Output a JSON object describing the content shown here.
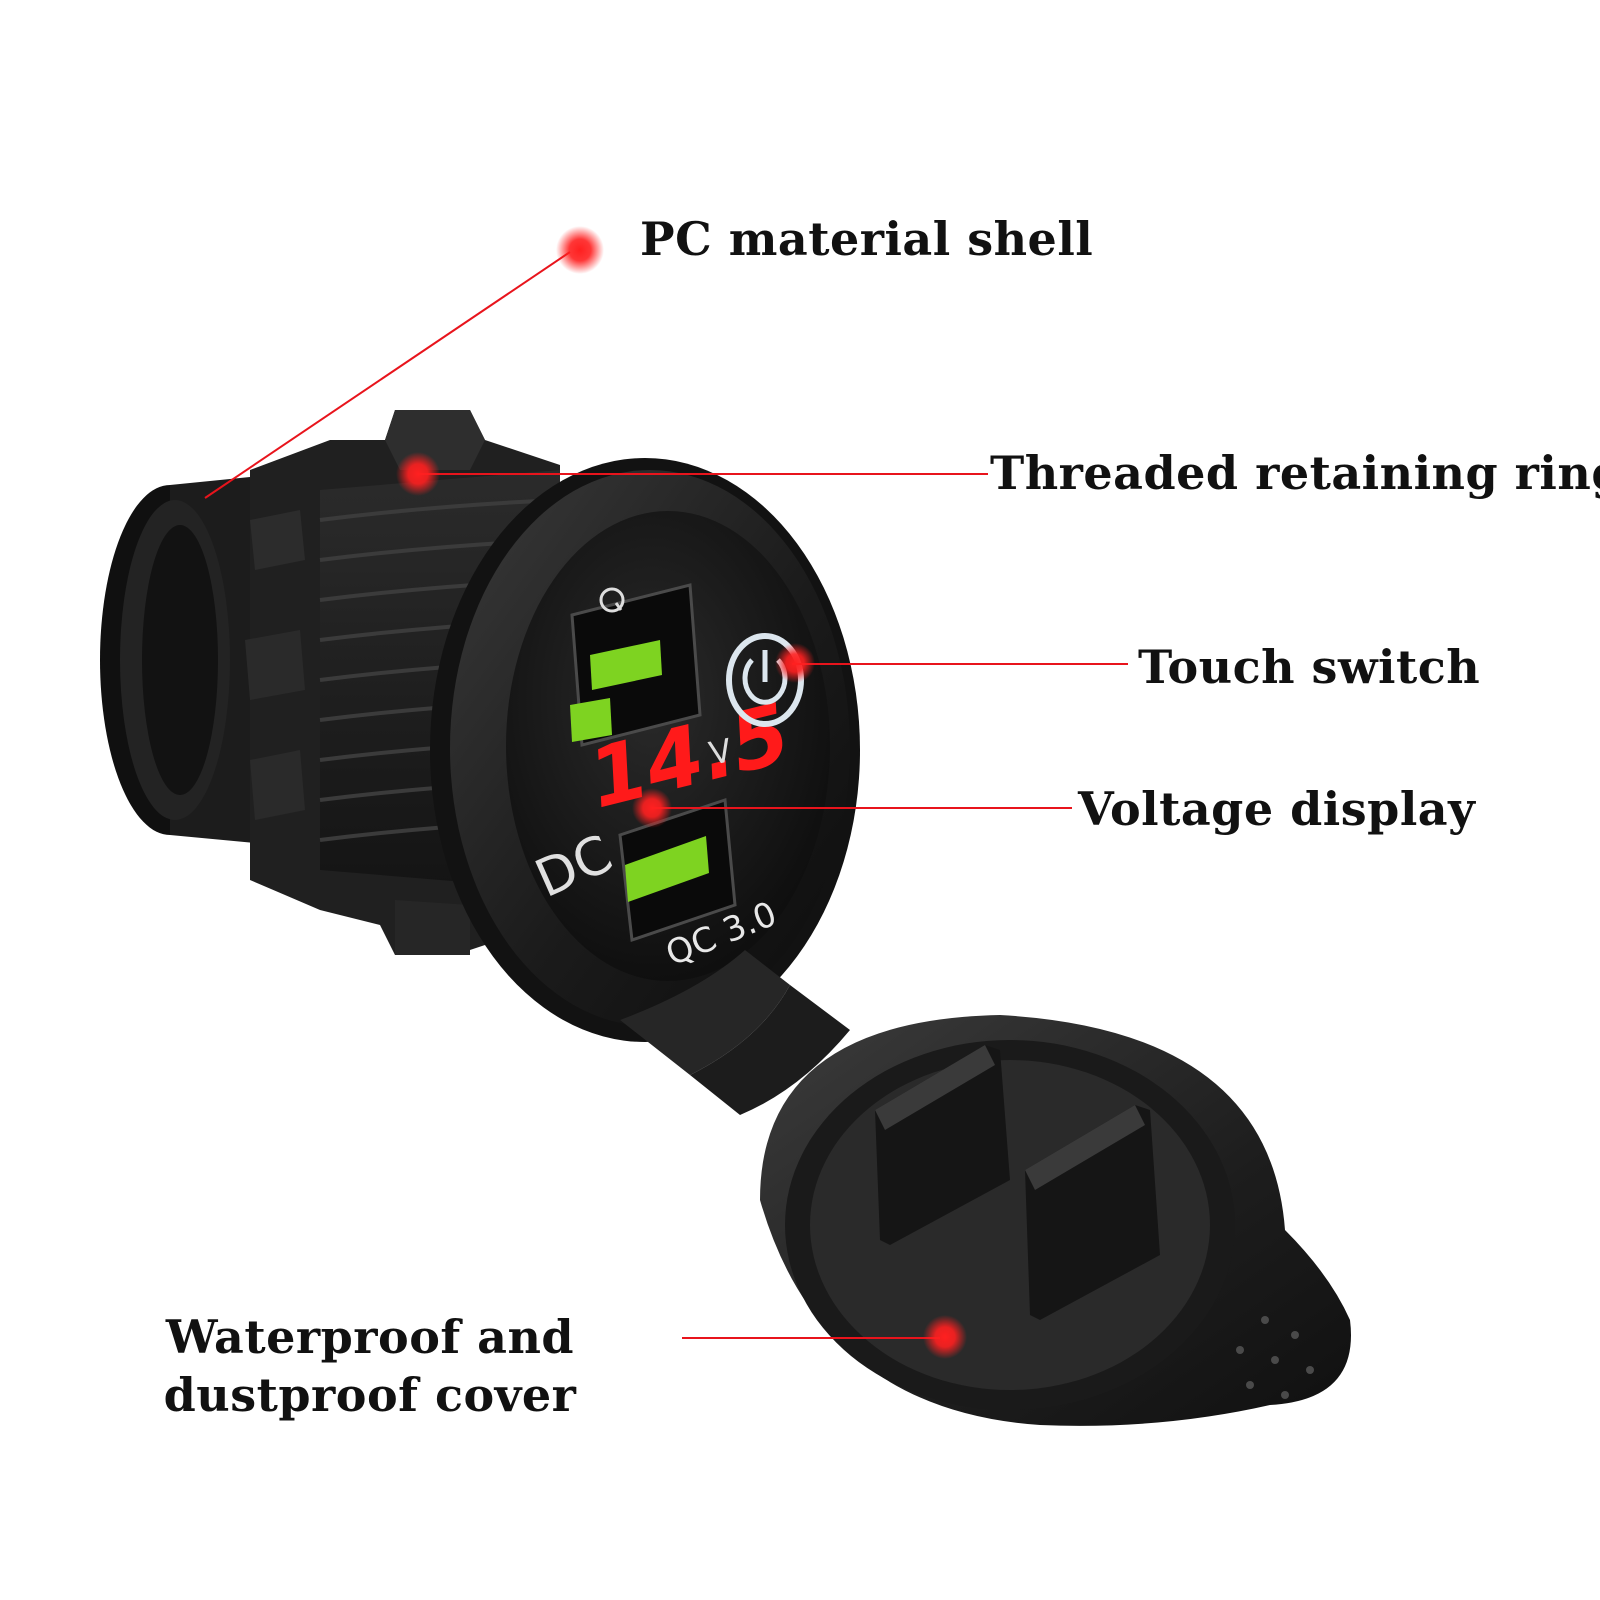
{
  "callouts": {
    "pc_shell": "PC material shell",
    "retaining_ring": "Threaded retaining ring",
    "touch_switch": "Touch switch",
    "voltage_display": "Voltage display",
    "cover": "Waterproof and dustproof cover"
  },
  "panel": {
    "voltage_reading": "14.5",
    "voltage_unit": "V",
    "dc_marking": "DC",
    "port_marking": "QC 3.0"
  },
  "colors": {
    "callout_red": "#e8141c",
    "port_green": "#7ed321",
    "display_red": "#ff1a1a",
    "body_black": "#1a1a1a",
    "switch_ring": "#dce6ee"
  }
}
